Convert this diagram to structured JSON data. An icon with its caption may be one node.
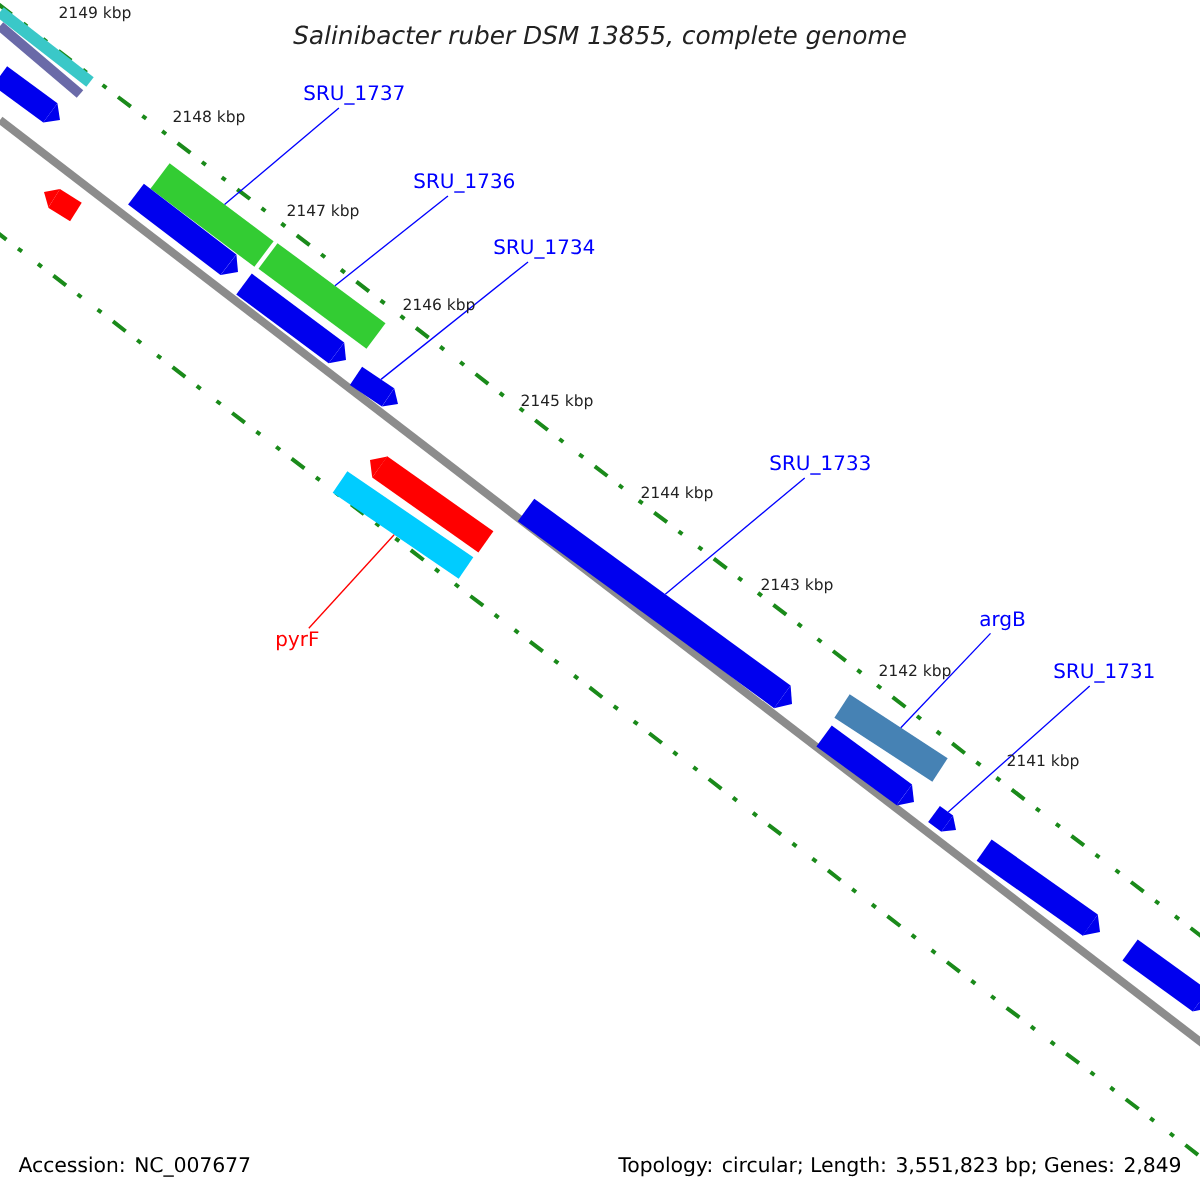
{
  "diagram": {
    "title": "Salinibacter ruber DSM 13855, complete genome",
    "nodes": [
      {
        "text": [
          "SRU_1737"
        ]
      },
      {
        "text": [
          "SRU_1736"
        ]
      },
      {
        "text": [
          "SRU_1734"
        ]
      },
      {
        "text": [
          "SRU_1733"
        ]
      },
      {
        "text": [
          "argB"
        ]
      },
      {
        "text": [
          "SRU_1731"
        ]
      },
      {
        "text": [
          "pyrF"
        ]
      },
      {
        "text": [],
        "shape": "bar"
      },
      {
        "text": [],
        "shape": "bar"
      },
      {
        "text": [],
        "shape": "bar"
      },
      {
        "text": [],
        "shape": "bar"
      },
      {
        "text": [],
        "shape": "bar"
      },
      {
        "text": [],
        "shape": "bar"
      },
      {
        "text": [],
        "shape": "bar"
      },
      {
        "text": [],
        "shape": "bar"
      },
      {
        "text": [],
        "shape": "bar"
      },
      {
        "text": [],
        "shape": "bar"
      },
      {
        "text": [],
        "shape": "bar"
      },
      {
        "text": [],
        "shape": "bar"
      },
      {
        "text": [],
        "shape": "bar"
      },
      {
        "text": [],
        "shape": "bar"
      },
      {
        "text": [],
        "shape": "bar"
      },
      {
        "text": [],
        "shape": "bar"
      },
      {
        "text": [],
        "shape": "bar"
      }
    ],
    "edges": [
      {
        "from": 0,
        "to": 11,
        "arrow": "none"
      },
      {
        "from": 1,
        "to": 12,
        "arrow": "none"
      },
      {
        "from": 2,
        "to": 15,
        "arrow": "none"
      },
      {
        "from": 3,
        "to": 18,
        "arrow": "none"
      },
      {
        "from": 4,
        "to": 19,
        "arrow": "none"
      },
      {
        "from": 5,
        "to": 21,
        "arrow": "none"
      },
      {
        "from": 6,
        "to": 17,
        "arrow": "none",
        "color": "#ff0000"
      }
    ],
    "labels": [
      "2149 kbp",
      "2148 kbp",
      "2147 kbp",
      "2146 kbp",
      "2145 kbp",
      "2144 kbp",
      "2143 kbp",
      "2142 kbp",
      "2141 kbp",
      "Accession: NC_007677",
      "Topology: circular; Length: 3,551,823 bp; Genes: 2,849"
    ]
  }
}
